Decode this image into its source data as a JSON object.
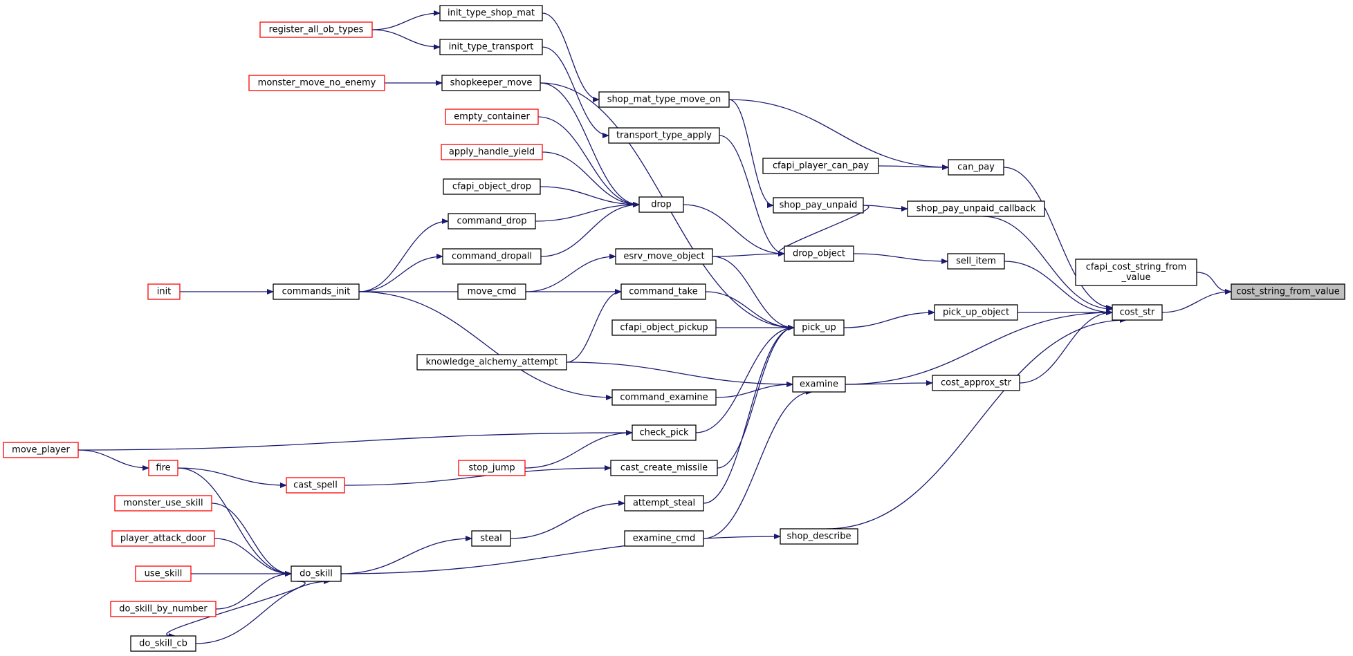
{
  "graph": {
    "title": "",
    "colors": {
      "edge": "#191970",
      "link_border": "#ff0000",
      "normal_border": "#000000",
      "highlight_fill": "#bfbfbf"
    },
    "nodes": [
      {
        "id": "cost_string_from_value",
        "label": "cost_string_from_value",
        "style": "highlight"
      },
      {
        "id": "cfapi_cost_string_from_value",
        "label": "cfapi_cost_string_from\n_value",
        "style": "normal"
      },
      {
        "id": "cost_str",
        "label": "cost_str",
        "style": "normal"
      },
      {
        "id": "can_pay",
        "label": "can_pay",
        "style": "normal"
      },
      {
        "id": "shop_pay_unpaid_callback",
        "label": "shop_pay_unpaid_callback",
        "style": "normal"
      },
      {
        "id": "sell_item",
        "label": "sell_item",
        "style": "normal"
      },
      {
        "id": "pick_up_object",
        "label": "pick_up_object",
        "style": "normal"
      },
      {
        "id": "cost_approx_str",
        "label": "cost_approx_str",
        "style": "normal"
      },
      {
        "id": "shop_mat_type_move_on",
        "label": "shop_mat_type_move_on",
        "style": "normal"
      },
      {
        "id": "cfapi_player_can_pay",
        "label": "cfapi_player_can_pay",
        "style": "normal"
      },
      {
        "id": "shop_pay_unpaid",
        "label": "shop_pay_unpaid",
        "style": "normal"
      },
      {
        "id": "drop_object",
        "label": "drop_object",
        "style": "normal"
      },
      {
        "id": "pick_up",
        "label": "pick_up",
        "style": "normal"
      },
      {
        "id": "examine",
        "label": "examine",
        "style": "normal"
      },
      {
        "id": "shop_describe",
        "label": "shop_describe",
        "style": "normal"
      },
      {
        "id": "init_type_shop_mat",
        "label": "init_type_shop_mat",
        "style": "normal"
      },
      {
        "id": "init_type_transport",
        "label": "init_type_transport",
        "style": "normal"
      },
      {
        "id": "register_all_ob_types",
        "label": "register_all_ob_types",
        "style": "link"
      },
      {
        "id": "shopkeeper_move",
        "label": "shopkeeper_move",
        "style": "normal"
      },
      {
        "id": "monster_move_no_enemy",
        "label": "monster_move_no_enemy",
        "style": "link"
      },
      {
        "id": "transport_type_apply",
        "label": "transport_type_apply",
        "style": "normal"
      },
      {
        "id": "empty_container",
        "label": "empty_container",
        "style": "link"
      },
      {
        "id": "apply_handle_yield",
        "label": "apply_handle_yield",
        "style": "link"
      },
      {
        "id": "cfapi_object_drop",
        "label": "cfapi_object_drop",
        "style": "normal"
      },
      {
        "id": "drop",
        "label": "drop",
        "style": "normal"
      },
      {
        "id": "command_drop",
        "label": "command_drop",
        "style": "normal"
      },
      {
        "id": "command_dropall",
        "label": "command_dropall",
        "style": "normal"
      },
      {
        "id": "esrv_move_object",
        "label": "esrv_move_object",
        "style": "normal"
      },
      {
        "id": "init",
        "label": "init",
        "style": "link"
      },
      {
        "id": "commands_init",
        "label": "commands_init",
        "style": "normal"
      },
      {
        "id": "move_cmd",
        "label": "move_cmd",
        "style": "normal"
      },
      {
        "id": "command_take",
        "label": "command_take",
        "style": "normal"
      },
      {
        "id": "cfapi_object_pickup",
        "label": "cfapi_object_pickup",
        "style": "normal"
      },
      {
        "id": "knowledge_alchemy_attempt",
        "label": "knowledge_alchemy_attempt",
        "style": "normal"
      },
      {
        "id": "command_examine",
        "label": "command_examine",
        "style": "normal"
      },
      {
        "id": "move_player",
        "label": "move_player",
        "style": "link"
      },
      {
        "id": "check_pick",
        "label": "check_pick",
        "style": "normal"
      },
      {
        "id": "stop_jump",
        "label": "stop_jump",
        "style": "link"
      },
      {
        "id": "fire",
        "label": "fire",
        "style": "link"
      },
      {
        "id": "cast_spell",
        "label": "cast_spell",
        "style": "link"
      },
      {
        "id": "cast_create_missile",
        "label": "cast_create_missile",
        "style": "normal"
      },
      {
        "id": "monster_use_skill",
        "label": "monster_use_skill",
        "style": "link"
      },
      {
        "id": "attempt_steal",
        "label": "attempt_steal",
        "style": "normal"
      },
      {
        "id": "player_attack_door",
        "label": "player_attack_door",
        "style": "link"
      },
      {
        "id": "steal",
        "label": "steal",
        "style": "normal"
      },
      {
        "id": "examine_cmd",
        "label": "examine_cmd",
        "style": "normal"
      },
      {
        "id": "use_skill",
        "label": "use_skill",
        "style": "link"
      },
      {
        "id": "do_skill",
        "label": "do_skill",
        "style": "normal"
      },
      {
        "id": "do_skill_by_number",
        "label": "do_skill_by_number",
        "style": "link"
      },
      {
        "id": "do_skill_cb",
        "label": "do_skill_cb",
        "style": "normal"
      }
    ],
    "edges": [
      {
        "from": "cfapi_cost_string_from_value",
        "to": "cost_string_from_value"
      },
      {
        "from": "cost_str",
        "to": "cost_string_from_value"
      },
      {
        "from": "can_pay",
        "to": "cost_str"
      },
      {
        "from": "shop_pay_unpaid_callback",
        "to": "cost_str"
      },
      {
        "from": "sell_item",
        "to": "cost_str"
      },
      {
        "from": "pick_up_object",
        "to": "cost_str"
      },
      {
        "from": "examine",
        "to": "cost_str"
      },
      {
        "from": "cost_approx_str",
        "to": "cost_str"
      },
      {
        "from": "shop_describe",
        "to": "cost_str"
      },
      {
        "from": "shop_mat_type_move_on",
        "to": "can_pay"
      },
      {
        "from": "cfapi_player_can_pay",
        "to": "can_pay"
      },
      {
        "from": "shop_pay_unpaid",
        "to": "shop_pay_unpaid_callback"
      },
      {
        "from": "drop_object",
        "to": "sell_item"
      },
      {
        "from": "pick_up",
        "to": "pick_up_object"
      },
      {
        "from": "examine",
        "to": "cost_approx_str"
      },
      {
        "from": "init_type_shop_mat",
        "to": "shop_mat_type_move_on"
      },
      {
        "from": "register_all_ob_types",
        "to": "init_type_shop_mat"
      },
      {
        "from": "register_all_ob_types",
        "to": "init_type_transport"
      },
      {
        "from": "init_type_transport",
        "to": "transport_type_apply"
      },
      {
        "from": "monster_move_no_enemy",
        "to": "shopkeeper_move"
      },
      {
        "from": "shop_mat_type_move_on",
        "to": "shop_pay_unpaid"
      },
      {
        "from": "transport_type_apply",
        "to": "drop_object"
      },
      {
        "from": "shop_pay_unpaid",
        "to": "drop_object"
      },
      {
        "from": "drop",
        "to": "drop_object"
      },
      {
        "from": "esrv_move_object",
        "to": "drop_object"
      },
      {
        "from": "shopkeeper_move",
        "to": "drop"
      },
      {
        "from": "empty_container",
        "to": "drop"
      },
      {
        "from": "apply_handle_yield",
        "to": "drop"
      },
      {
        "from": "cfapi_object_drop",
        "to": "drop"
      },
      {
        "from": "command_drop",
        "to": "drop"
      },
      {
        "from": "command_dropall",
        "to": "drop"
      },
      {
        "from": "commands_init",
        "to": "command_drop"
      },
      {
        "from": "commands_init",
        "to": "command_dropall"
      },
      {
        "from": "init",
        "to": "commands_init"
      },
      {
        "from": "move_cmd",
        "to": "esrv_move_object"
      },
      {
        "from": "commands_init",
        "to": "command_take"
      },
      {
        "from": "knowledge_alchemy_attempt",
        "to": "command_take"
      },
      {
        "from": "shopkeeper_move",
        "to": "pick_up"
      },
      {
        "from": "esrv_move_object",
        "to": "pick_up"
      },
      {
        "from": "command_take",
        "to": "pick_up"
      },
      {
        "from": "cfapi_object_pickup",
        "to": "pick_up"
      },
      {
        "from": "check_pick",
        "to": "pick_up"
      },
      {
        "from": "cast_create_missile",
        "to": "pick_up"
      },
      {
        "from": "attempt_steal",
        "to": "pick_up"
      },
      {
        "from": "knowledge_alchemy_attempt",
        "to": "examine"
      },
      {
        "from": "command_examine",
        "to": "examine"
      },
      {
        "from": "examine_cmd",
        "to": "examine"
      },
      {
        "from": "commands_init",
        "to": "command_examine"
      },
      {
        "from": "move_player",
        "to": "check_pick"
      },
      {
        "from": "stop_jump",
        "to": "check_pick"
      },
      {
        "from": "move_player",
        "to": "fire"
      },
      {
        "from": "fire",
        "to": "cast_spell"
      },
      {
        "from": "cast_spell",
        "to": "cast_create_missile"
      },
      {
        "from": "steal",
        "to": "attempt_steal"
      },
      {
        "from": "do_skill",
        "to": "steal"
      },
      {
        "from": "do_skill",
        "to": "shop_describe"
      },
      {
        "from": "fire",
        "to": "do_skill"
      },
      {
        "from": "monster_use_skill",
        "to": "do_skill"
      },
      {
        "from": "player_attack_door",
        "to": "do_skill"
      },
      {
        "from": "use_skill",
        "to": "do_skill"
      },
      {
        "from": "do_skill_by_number",
        "to": "do_skill"
      },
      {
        "from": "do_skill_cb",
        "to": "do_skill"
      },
      {
        "from": "do_skill",
        "to": "do_skill_cb"
      }
    ]
  }
}
